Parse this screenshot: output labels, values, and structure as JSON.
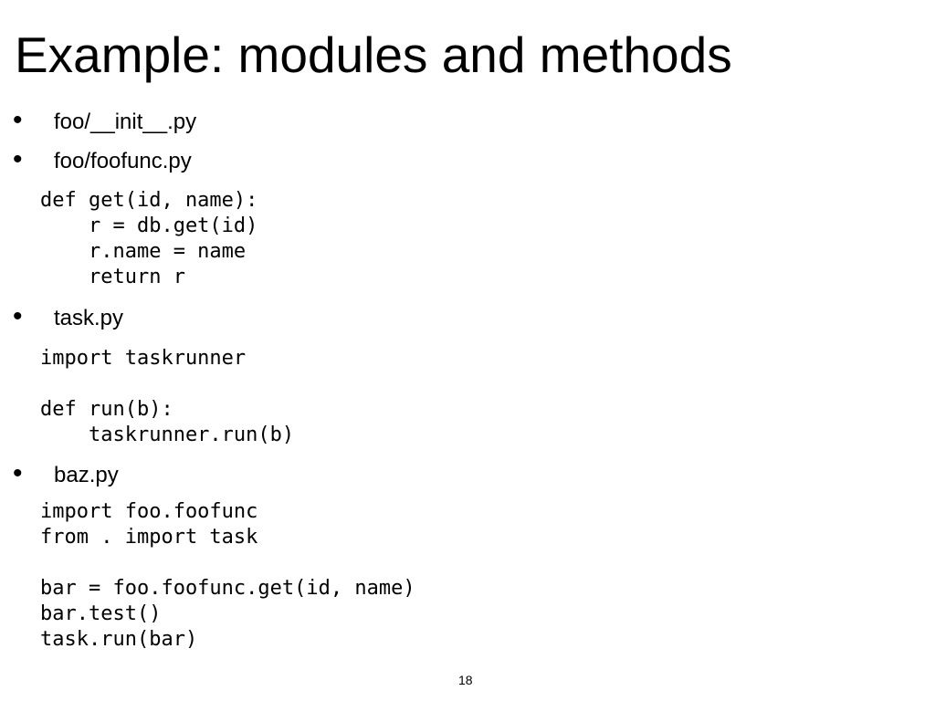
{
  "slide": {
    "title": "Example: modules and methods",
    "bullet_glyph": "•",
    "sections": [
      {
        "label": "foo/__init__.py",
        "code": ""
      },
      {
        "label": "foo/foofunc.py",
        "code": "def get(id, name):\n    r = db.get(id)\n    r.name = name\n    return r"
      },
      {
        "label": "task.py",
        "code": "import taskrunner\n\ndef run(b):\n    taskrunner.run(b)"
      },
      {
        "label": "baz.py",
        "code": "import foo.foofunc\nfrom . import task\n\nbar = foo.foofunc.get(id, name)\nbar.test()\ntask.run(bar)"
      }
    ],
    "page_number": "18"
  }
}
